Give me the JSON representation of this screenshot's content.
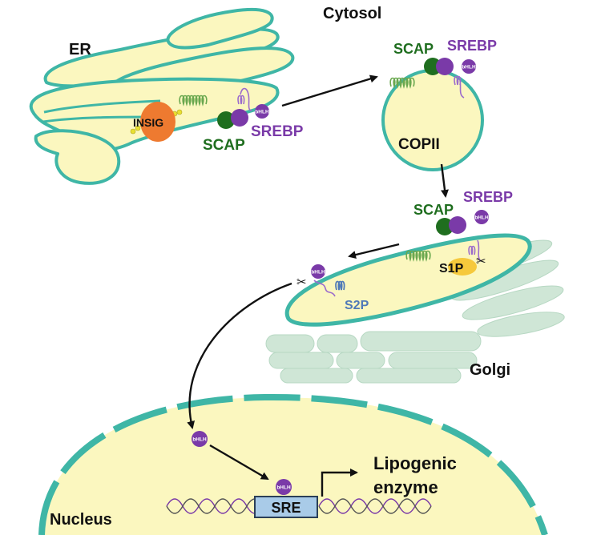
{
  "labels": {
    "cytosol": "Cytosol",
    "er": "ER",
    "insig": "INSIG",
    "scap": "SCAP",
    "srebp": "SREBP",
    "copii": "COPII",
    "s1p": "S1P",
    "s2p": "S2P",
    "golgi": "Golgi",
    "nucleus": "Nucleus",
    "sre": "SRE",
    "lipogenic": "Lipogenic",
    "enzyme": "enzyme",
    "bhlh": "bHLH"
  },
  "colors": {
    "membrane_fill": "#fbf7bf",
    "membrane_stroke": "#3fb6a6",
    "scap_green": "#1f6e1f",
    "srebp_purple": "#7a3aa8",
    "insig_orange": "#ee7a30",
    "s1p_yellow": "#f6c93c",
    "s2p_blue": "#4f79b8",
    "golgi_green": "#cfe6d6",
    "sre_box": "#a9cbe8"
  }
}
